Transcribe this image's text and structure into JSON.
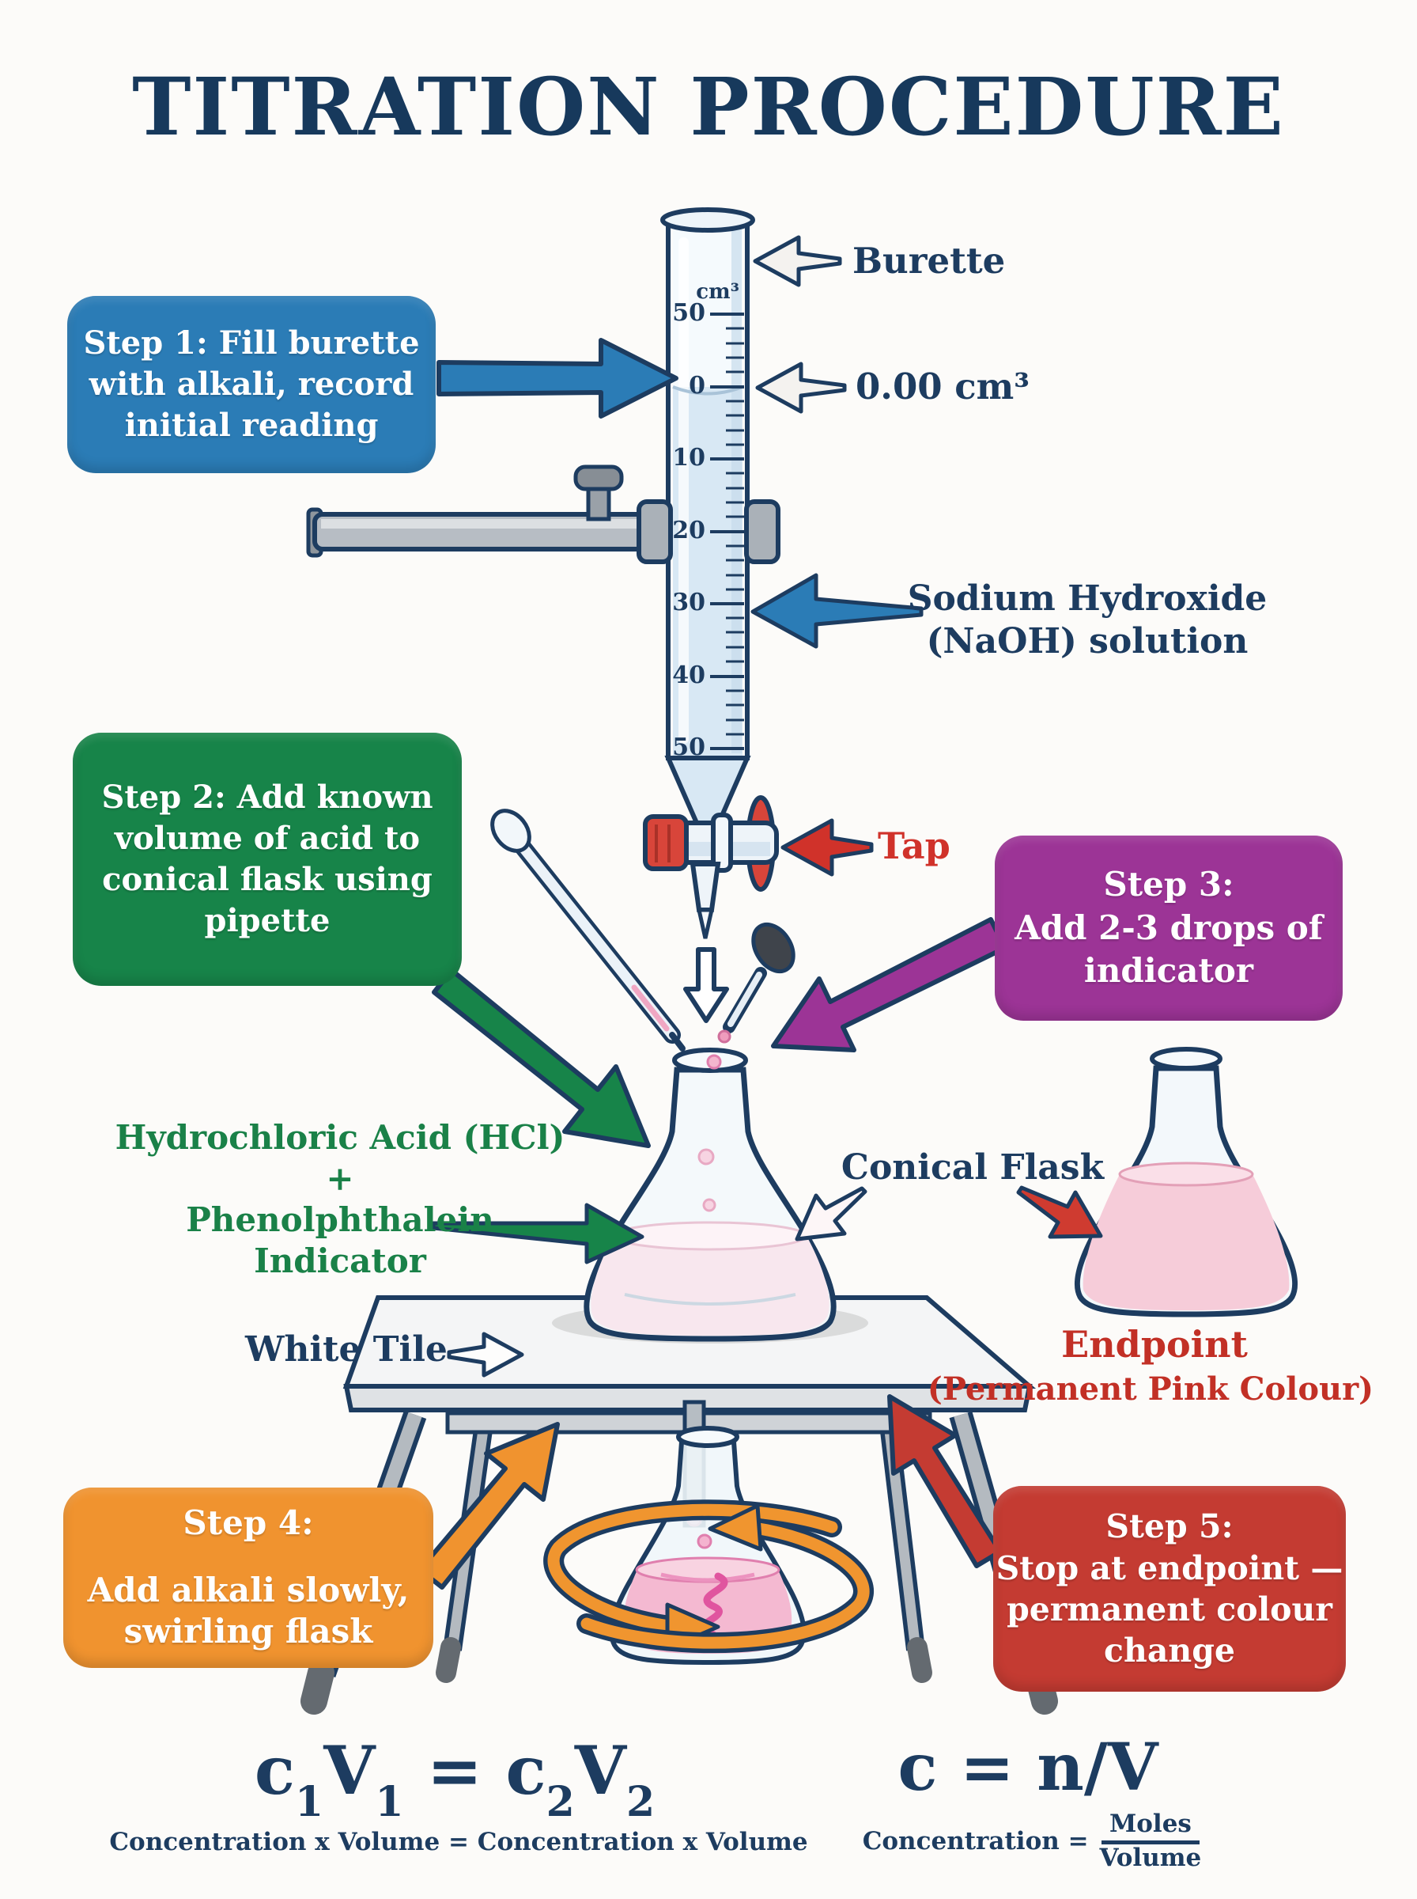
{
  "title": "TITRATION PROCEDURE",
  "colors": {
    "title_navy": "#17395c",
    "label_navy": "#1d3c60",
    "label_green": "#1a8148",
    "label_red": "#c23026",
    "tap_red": "#d0322a",
    "step1_blue": "#2b7cb6",
    "step2_green": "#178449",
    "step3_purple": "#9c3496",
    "step4_orange": "#f0932f",
    "step5_red": "#c43b32",
    "pink_liquid": "#f4b9d1",
    "background": "#fcfbf9"
  },
  "burette": {
    "unit": "cm³",
    "scale": [
      "50",
      "0",
      "10",
      "20",
      "30",
      "40",
      "50"
    ]
  },
  "labels": {
    "burette": "Burette",
    "initial_reading": "0.00 cm³",
    "naoh": [
      "Sodium Hydroxide",
      "(NaOH) solution"
    ],
    "tap": "Tap",
    "acid": [
      "Hydrochloric Acid (HCl)",
      "+",
      "Phenolphthalein",
      "Indicator"
    ],
    "conical_flask": "Conical Flask",
    "white_tile": "White Tile",
    "endpoint": [
      "Endpoint",
      "(Permanent Pink Colour)"
    ]
  },
  "steps": [
    {
      "color": "#2b7cb6",
      "lines": [
        "Step 1: Fill burette",
        "with alkali, record",
        "initial reading"
      ]
    },
    {
      "color": "#178449",
      "lines": [
        "Step 2: Add known",
        "volume of acid to",
        "conical flask using",
        "pipette"
      ]
    },
    {
      "color": "#9c3496",
      "lines": [
        "Step 3:",
        "Add 2-3 drops of",
        "indicator"
      ]
    },
    {
      "color": "#f0932f",
      "lines": [
        "Step 4:",
        "Add alkali slowly,",
        "swirling flask"
      ]
    },
    {
      "color": "#c43b32",
      "lines": [
        "Step 5:",
        "Stop at endpoint —",
        "permanent colour",
        "change"
      ]
    }
  ],
  "formulas": {
    "left": {
      "p0": "c",
      "p1": "1",
      "p2": "V",
      "p3": "1",
      "p4": " = ",
      "p5": "c",
      "p6": "2",
      "p7": "V",
      "p8": "2",
      "caption": "Concentration x Volume = Concentration x Volume"
    },
    "right": {
      "expr": "c = n/V",
      "caption_prefix": "Concentration =",
      "numerator": "Moles",
      "denominator": "Volume"
    }
  }
}
